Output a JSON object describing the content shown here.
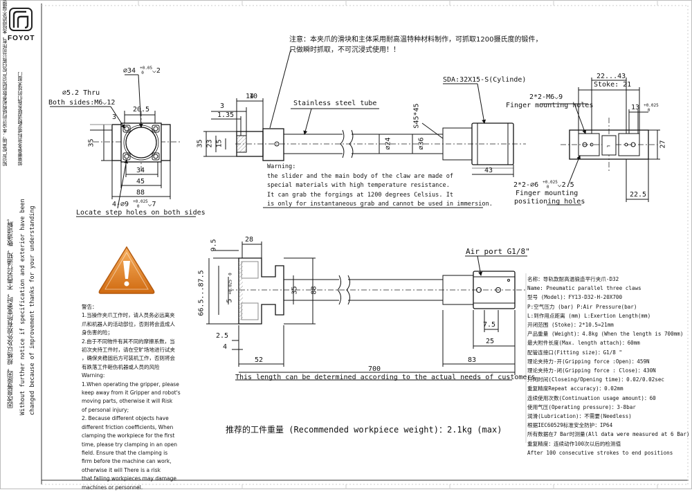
{
  "brand": {
    "name": "FOYOT"
  },
  "left_margin": {
    "cn_notice": "知识产权声明：本设计的结构和参数的知识产权归我公司所有。未经授权不得擅自使用或泄露此图纸。",
    "cn_notice2": "如需要更多资料或定制请联系我们的技术部门",
    "cn_change": "因改良等原因，规格以及外观有所变更时，不再另行通知，敬请谅解。",
    "en_change1": "Without further notice if specification and exterior have been",
    "en_change2": "changed because of improvement thanks for your understanding"
  },
  "top_note": {
    "line1": "注意：本夹爪的滑块和主体采用耐高温特种材料制作，可抓取1200摄氏度的锻件，",
    "line2": "只做瞬时抓取，不可沉浸式使用！！"
  },
  "warning_en": {
    "title": "Warning:",
    "line1": "the slider and the main body of the claw are made of",
    "line2": "special materials with high temperature resistance.",
    "line3": "It can grab the forgings at 1200 degrees Celsius. It",
    "line4": "is only for instantaneous grab and cannot be used in immersion."
  },
  "view_front": {
    "bore": "∅34",
    "bore_tol": "+0.05",
    "bore_tol2": "0",
    "bore_depth": "2",
    "thru": "∅5.2 Thru",
    "both_sides": "Both sides:M6",
    "both_depth": "12",
    "d205": "20.5",
    "d3": "3",
    "d35": "35",
    "d34": "34",
    "d45": "45",
    "d88": "88",
    "locate_holes": "4-∅9",
    "locate_tol": "+0.025",
    "locate_tol2": "0",
    "locate_depth": "7",
    "locate_label": "Locate step holes on both sides"
  },
  "view_side": {
    "d14": "14",
    "d10": "10",
    "d3": "3",
    "d135": "1.35",
    "d35": "35",
    "d23": "23",
    "d15": "15",
    "tube_label": "Stainless steel tube",
    "d24": "∅24",
    "d36": "∅36",
    "s45": "S45*45",
    "sda": "SDA:32X15-S(Cylinde)",
    "d43": "43"
  },
  "view_right": {
    "stroke_range": "22...43",
    "stroke": "Stoke: 21",
    "finger_holes": "2*2-M6",
    "finger_depth": "9",
    "finger_label": "Finger mounting holes",
    "d13": "13",
    "d13_tol": "+0.025",
    "d13_tol2": "0",
    "d27": "27",
    "pos_holes": "2*2-∅6",
    "pos_tol": "+0.025",
    "pos_tol2": "0",
    "pos_depth": "2.5",
    "pos_label1": "Finger mounting",
    "pos_label2": "positioning holes",
    "d225": "22.5"
  },
  "view_bottom": {
    "d95": "9.5",
    "d28": "28",
    "range": "66.5...87.5",
    "d5": "5",
    "d5_tol": "+0.025",
    "d5_tol2": "0",
    "d35": "35",
    "d88": "88",
    "d25": "2.5",
    "d4": "4",
    "d52": "52",
    "d700": "700",
    "length_note": "This length can be determined according to the actual needs of customers",
    "air_port": "Air port G1/8\"",
    "d75": "7.5",
    "d25b": "25",
    "d83": "83"
  },
  "warning_box": {
    "title_cn": "警告：",
    "cn1": "1.当操作夹爪工作时，请人员务必远离夹",
    "cn2": "爪和机器人的活动部位，否则将会造成人",
    "cn3": "身伤害的险；",
    "cn4": "2.由于不同物件有其不同的摩擦系数，当",
    "cn5": "初次夹持工件时，请在空旷场地进行试夹",
    "cn6": "，确保夹稳固后方可装机工作，否则将会",
    "cn7": "有跌落工件砸伤机器或人员的风险",
    "title_en": "Warning:",
    "en1": "1.When operating the gripper, please",
    "en2": "keep away from it Gripper and robot's",
    "en3": "moving parts, otherwise it will Risk",
    "en4": "of personal injury;",
    "en5": "2. Because different objects have",
    "en6": "different friction coefficients, When",
    "en7": "clamping the workpiece for the first",
    "en8": "time, please try clamping in an open",
    "en9": "field. Ensure that the clamping is",
    "en10": "firm before the machine can work,",
    "en11": "otherwise it will There is a risk",
    "en12": "that falling workpieces may damage",
    "en13": "machines or personnel."
  },
  "specs": [
    "名称：导轨款耐高温锻造平行夹爪-D32",
    "Name: Pneumatic parallel three claws",
    "型号 (Model)：FY13-D32-H-20X700",
    "P:空气压力 (bar) P:Air Pressure(bar)",
    "L:到作用点距离 (mm) L:Exertion Length(mm)",
    "开闭范围 (Stoke)：2*10.5=21mm",
    "产品重量 (Weight)：4.8kg (When the length is 700mm)",
    "最大附件长度(Max. length attach)：60mm",
    "配管连接口(Fitting size)：G1/8 \"",
    "理论夹持力-开(Gripping force :Open)：459N",
    "理论夹持力-闭(Gripping force : Close)：430N",
    "开闭时间(Closeing/Opening time)：0.02/0.02sec",
    "重复精度Repeat accuracy)：0.02mm",
    "连续使用次数(Continuation usage amount)：60",
    "使用气压(Operating pressure)：3-8bar",
    "润滑(Lubrication)：不需要(Needless)",
    "根据IEC60529标准安全防护：IP64",
    "所有数据在7 Bar时测量(All data were measured at 6 Bar)",
    "重复精度：连续动作100次以后的检测值",
    "After 100 consecutive strokes to end positions"
  ],
  "workpiece_weight": "推荐的工件重量 (Recommended workpiece weight)：2.1kg (max)"
}
